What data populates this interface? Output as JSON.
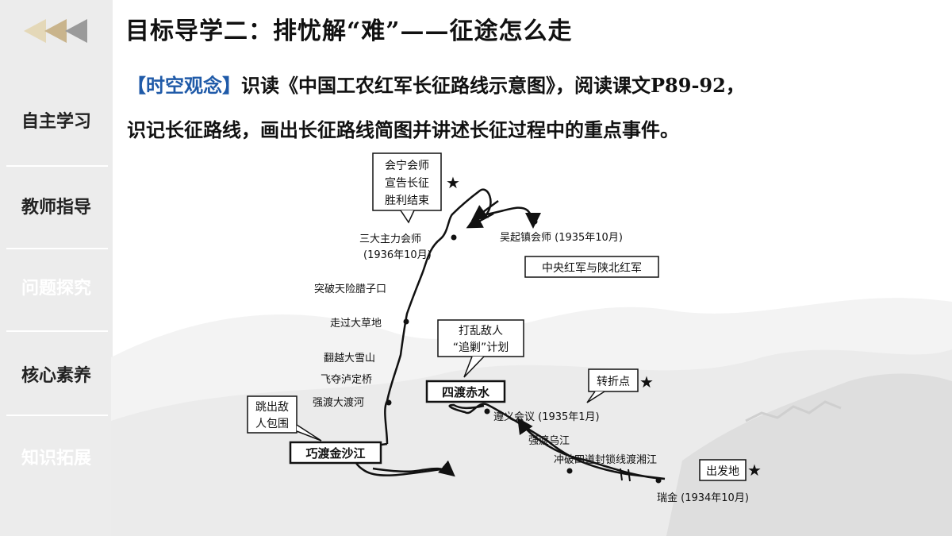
{
  "sidebar": {
    "items": [
      {
        "label": "自主学习"
      },
      {
        "label": "教师指导"
      },
      {
        "label": "问题探究"
      },
      {
        "label": "核心素养"
      },
      {
        "label": "知识拓展"
      }
    ]
  },
  "header": {
    "title": "目标导学二：排忧解“难”——征途怎么走"
  },
  "intro": {
    "tag": "【时空观念】",
    "line1": "识读《中国工农红军长征路线示意图》，阅读课文P89-92，",
    "line2": "识记长征路线，画出长征路线简图并讲述长征过程中的重点事件。"
  },
  "map": {
    "huining_box": [
      "会宁会师",
      "宣告长征",
      "胜利结束"
    ],
    "sanda": [
      "三大主力会师",
      "(1936年10月)"
    ],
    "wuqi": "吴起镇会师 (1935年10月)",
    "shaanbei_box": "中央红军与陕北红军",
    "lazikou": "突破天险腊子口",
    "caodi": "走过大草地",
    "xueshan": "翻越大雪山",
    "luding": "飞夺泸定桥",
    "daduhe": "强渡大渡河",
    "daluan_box": [
      "打乱敌人",
      "“追剿”计划"
    ],
    "chishui_box": "四渡赤水",
    "zhuanzhe_box": "转折点",
    "zunyi": "遵义会议 (1935年1月)",
    "tiaochu_box": [
      "跳出敌",
      "人包围"
    ],
    "jinsha_box": "巧渡金沙江",
    "wujiang": "强渡乌江",
    "xiangjiang": "冲破四道封锁线渡湘江",
    "chufa_box": "出发地",
    "ruijin": "瑞金 (1934年10月)",
    "star": "★"
  }
}
